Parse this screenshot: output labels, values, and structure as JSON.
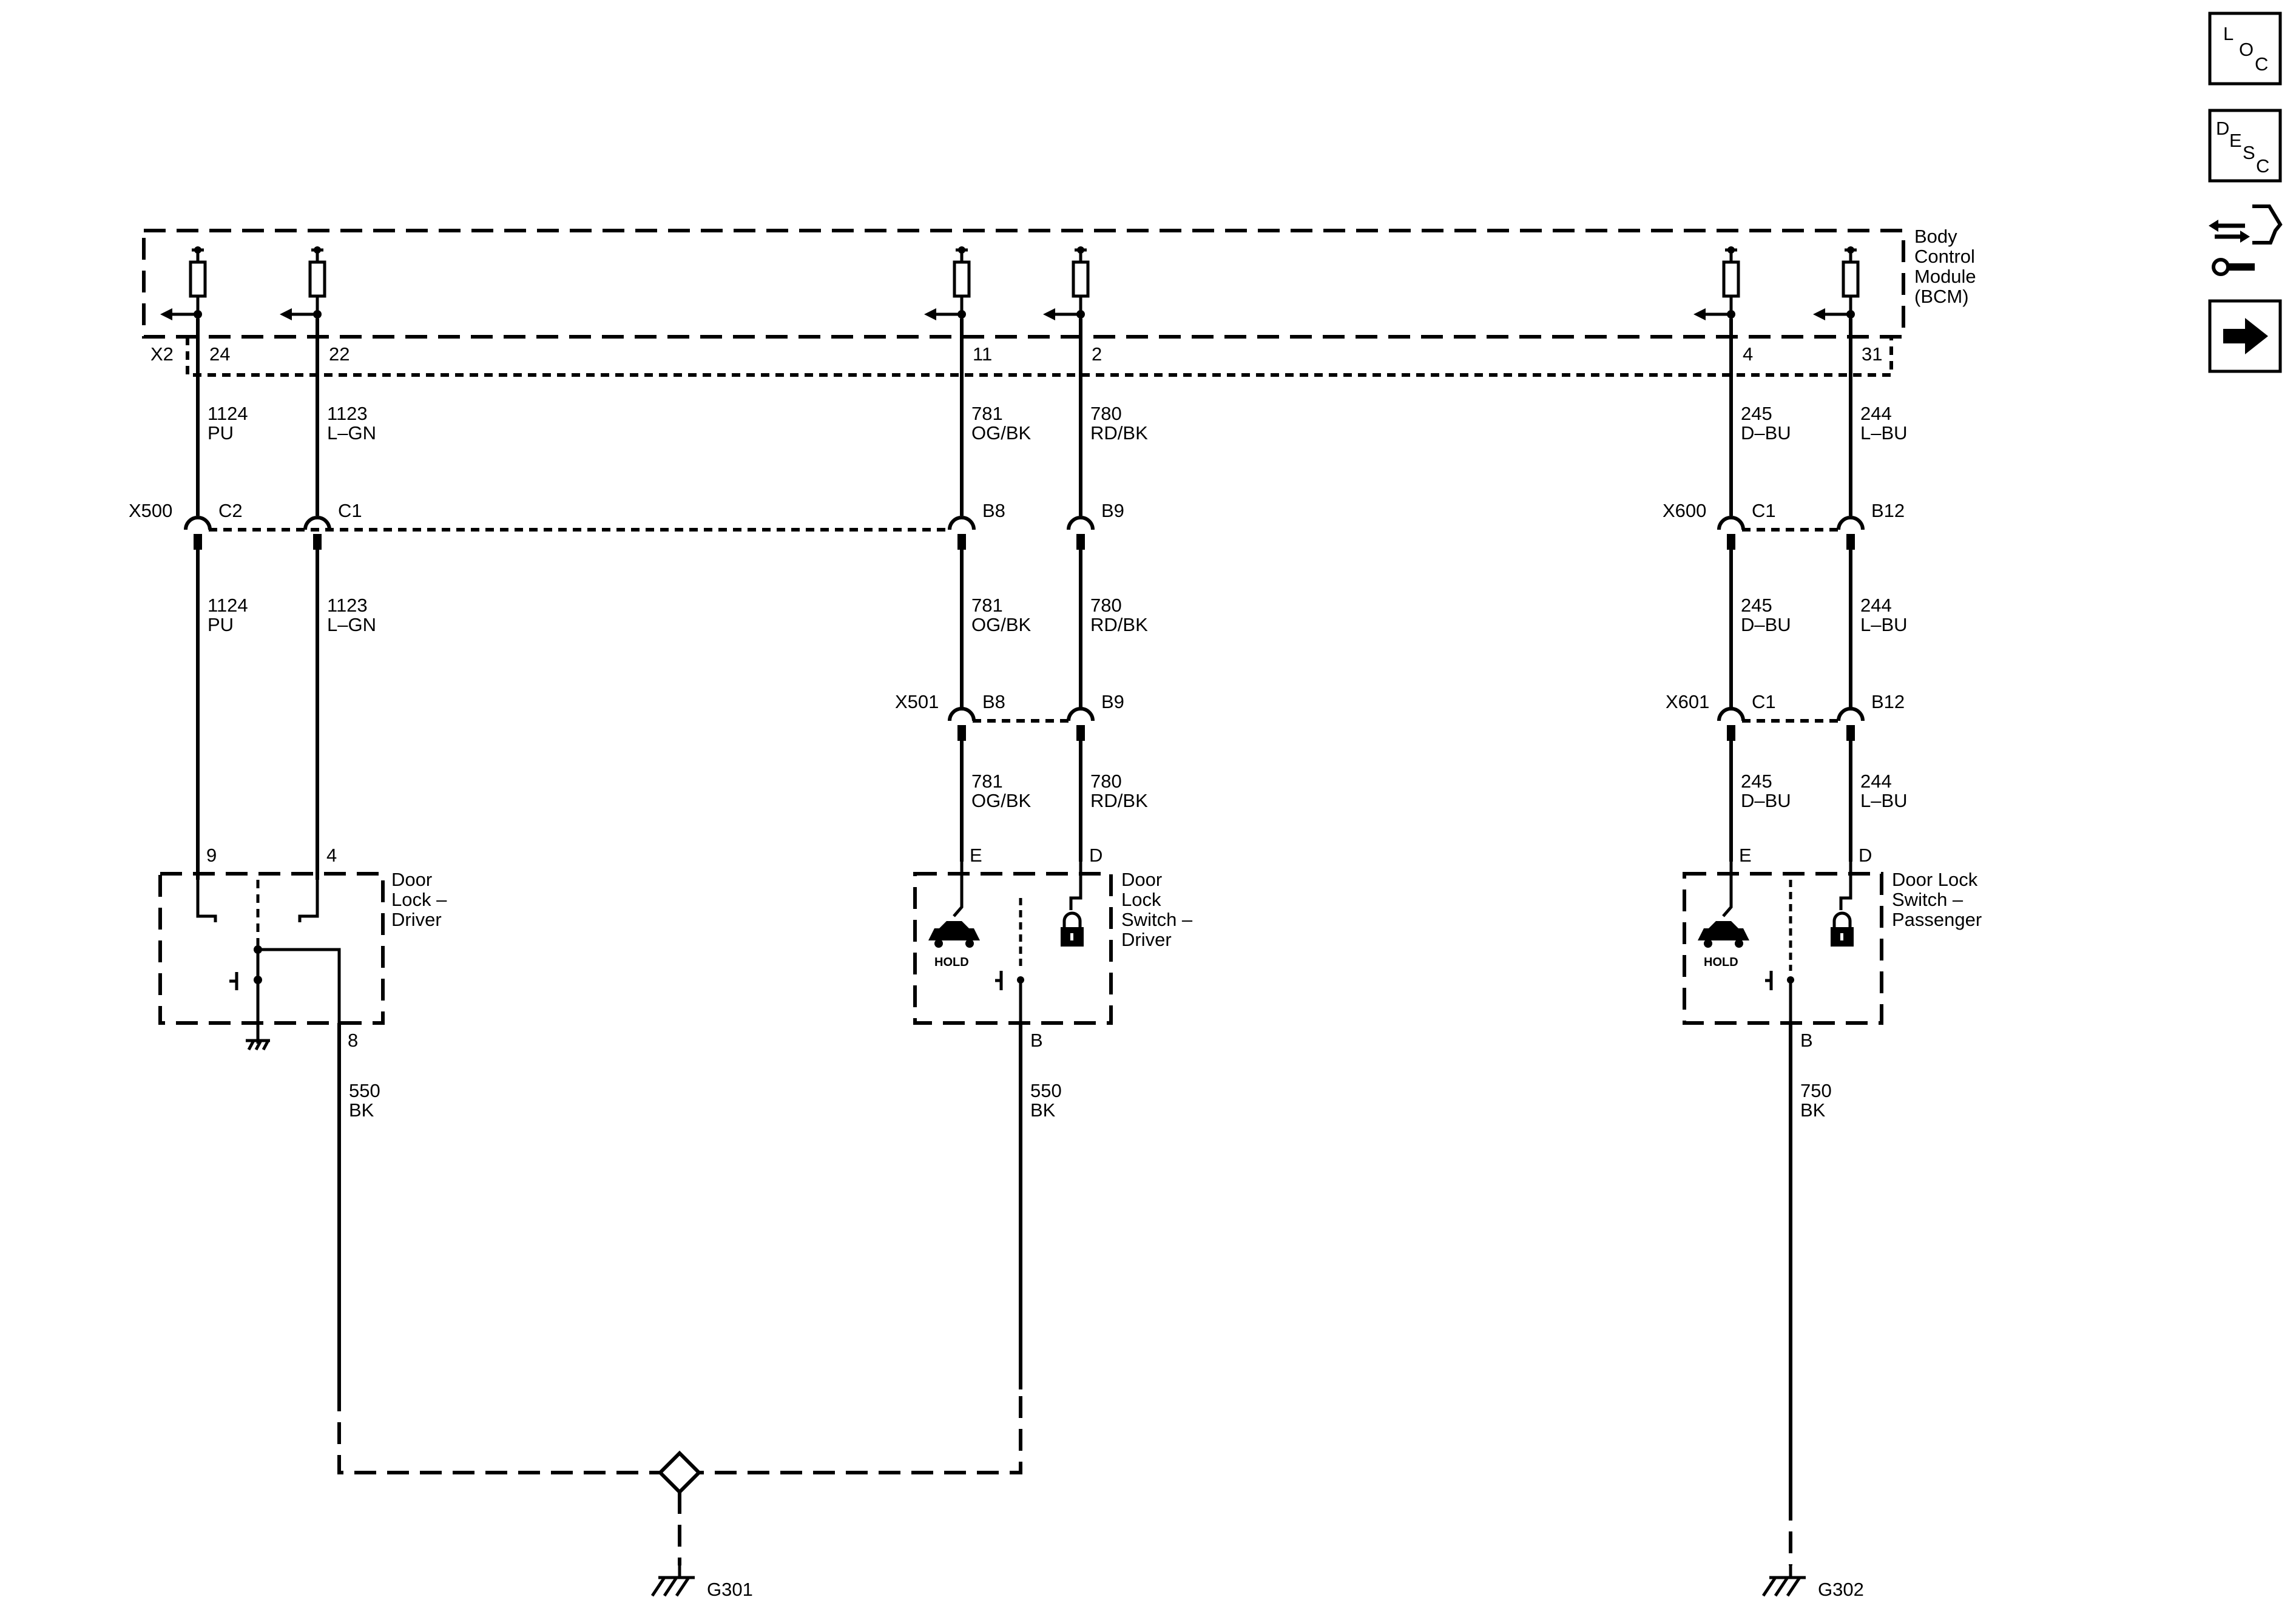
{
  "bcm": {
    "line1": "Body",
    "line2": "Control",
    "line3": "Module",
    "line4": "(BCM)",
    "connector": "X2"
  },
  "bcm_pins": [
    "24",
    "22",
    "11",
    "2",
    "4",
    "31"
  ],
  "wires": [
    {
      "circuit": "1124",
      "color": "PU"
    },
    {
      "circuit": "1123",
      "color": "L–GN"
    },
    {
      "circuit": "781",
      "color": "OG/BK"
    },
    {
      "circuit": "780",
      "color": "RD/BK"
    },
    {
      "circuit": "245",
      "color": "D–BU"
    },
    {
      "circuit": "244",
      "color": "L–BU"
    }
  ],
  "inline_connectors": {
    "x500": {
      "name": "X500",
      "pins": [
        "C2",
        "C1",
        "B8",
        "B9"
      ]
    },
    "x600": {
      "name": "X600",
      "pins": [
        "C1",
        "B12"
      ]
    },
    "x501": {
      "name": "X501",
      "pins": [
        "B8",
        "B9"
      ]
    },
    "x601": {
      "name": "X601",
      "pins": [
        "C1",
        "B12"
      ]
    }
  },
  "door_lock_driver": {
    "line1": "Door",
    "line2": "Lock –",
    "line3": "Driver",
    "pins": [
      "9",
      "4",
      "8"
    ]
  },
  "switch_driver": {
    "line1": "Door",
    "line2": "Lock",
    "line3": "Switch –",
    "line4": "Driver",
    "pins": [
      "E",
      "D",
      "B"
    ],
    "hold": "HOLD"
  },
  "switch_passenger": {
    "line1": "Door Lock",
    "line2": "Switch –",
    "line3": "Passenger",
    "pins": [
      "E",
      "D",
      "B"
    ],
    "hold": "HOLD"
  },
  "ground_wires": [
    {
      "circuit": "550",
      "color": "BK"
    },
    {
      "circuit": "550",
      "color": "BK"
    },
    {
      "circuit": "750",
      "color": "BK"
    }
  ],
  "grounds": [
    "G301",
    "G302"
  ],
  "side_buttons": {
    "loc": {
      "l1": "L",
      "l2": "O",
      "l3": "C"
    },
    "desc": {
      "l1": "D",
      "l2": "E",
      "l3": "S",
      "l4": "C"
    }
  }
}
